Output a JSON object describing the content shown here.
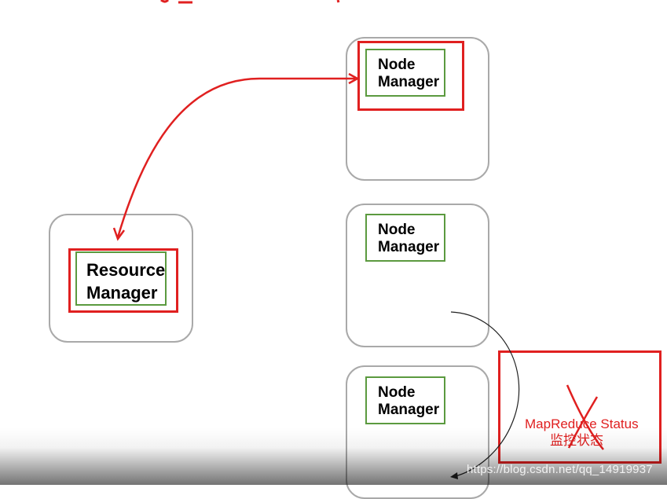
{
  "colors": {
    "highlight": "#e02020",
    "label_border": "#5b9a3f",
    "card_border": "#a9a9a9",
    "connector": "#222222"
  },
  "resource_manager": {
    "line1": "Resource",
    "line2": "Manager"
  },
  "node_managers": [
    {
      "line1": "Node",
      "line2": "Manager"
    },
    {
      "line1": "Node",
      "line2": "Manager"
    },
    {
      "line1": "Node",
      "line2": "Manager"
    }
  ],
  "status_note": {
    "line1": "MapReduce Status",
    "line2": "监控状态"
  },
  "watermark": "https://blog.csdn.net/qq_14919937"
}
